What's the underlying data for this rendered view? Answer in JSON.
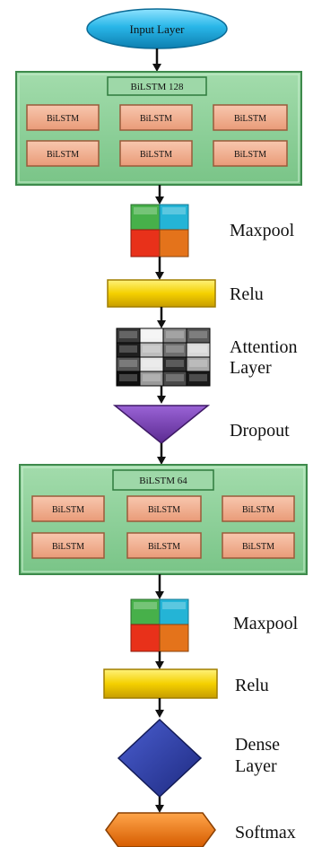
{
  "nodes": {
    "input": "Input Layer",
    "block1": {
      "title": "BiLSTM 128",
      "cells": [
        "BiLSTM",
        "BiLSTM",
        "BiLSTM",
        "BiLSTM",
        "BiLSTM",
        "BiLSTM"
      ]
    },
    "block2": {
      "title": "BiLSTM 64",
      "cells": [
        "BiLSTM",
        "BiLSTM",
        "BiLSTM",
        "BiLSTM",
        "BiLSTM",
        "BiLSTM"
      ]
    }
  },
  "labels": {
    "maxpool1": "Maxpool",
    "relu1": "Relu",
    "attention_line1": "Attention",
    "attention_line2": "Layer",
    "dropout": "Dropout",
    "maxpool2": "Maxpool",
    "relu2": "Relu",
    "dense_line1": "Dense",
    "dense_line2": "Layer",
    "softmax": "Softmax"
  },
  "colors": {
    "input_oval": "#29b6e8",
    "green_block": "#8fd19b",
    "bilstm_cell": "#f2b292",
    "maxpool_green": "#47b04a",
    "maxpool_cyan": "#24b4d6",
    "maxpool_red": "#e8311a",
    "maxpool_orange": "#e4731b",
    "relu": "#f4d000",
    "dropout": "#7a3fb5",
    "dense": "#2a3aa6",
    "softmax": "#f07a14",
    "arrow": "#111111"
  }
}
